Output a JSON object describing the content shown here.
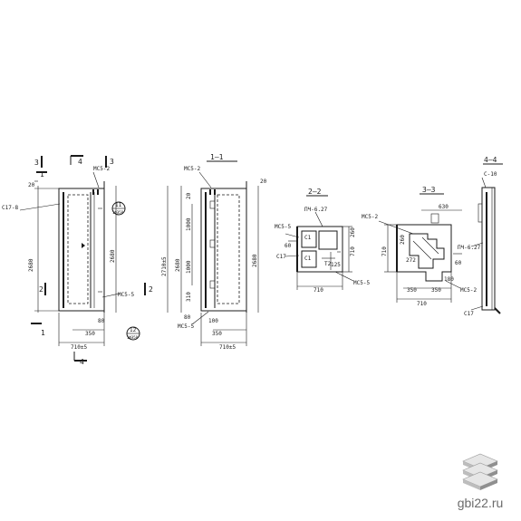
{
  "drawing": {
    "view1": {
      "section_marks": [
        "1",
        "1",
        "2",
        "2",
        "3",
        "3",
        "4",
        "4"
      ],
      "labels": [
        "С17-8",
        "МС5-2",
        "МС5-5"
      ],
      "callouts": [
        {
          "top": "11",
          "bottom": "1ФЭ58"
        },
        {
          "top": "12",
          "bottom": "1ФЭ58"
        }
      ],
      "dims": [
        "2680",
        "2680",
        "710±5",
        "350",
        "80",
        "20"
      ]
    },
    "view2": {
      "title": "1—1",
      "labels": [
        "МС5-2",
        "МС5-5"
      ],
      "dims": [
        "2710±5",
        "2680",
        "1000",
        "1000",
        "2680",
        "710±5",
        "350",
        "80",
        "310",
        "100",
        "20",
        "20"
      ]
    },
    "section22": {
      "title": "2—2",
      "labels": [
        "ПЧ-6.27",
        "МС5-5",
        "С17",
        "МС5-5",
        "С1",
        "С1",
        "Т2"
      ],
      "dims": [
        "710",
        "710",
        "260",
        "125",
        "60"
      ]
    },
    "section33": {
      "title": "3—3",
      "labels": [
        "МС5-2",
        "МС5-2"
      ],
      "dims": [
        "630",
        "710",
        "260",
        "350",
        "350",
        "710",
        "60",
        "272",
        "180"
      ]
    },
    "view4": {
      "title": "4—4",
      "labels": [
        "С-10",
        "ПЧ-6.27",
        "С17"
      ]
    }
  },
  "brand": {
    "text": "gbi22.ru",
    "logo_icon": "stacked-slabs-icon",
    "colors": {
      "slab_light": "#e6e6e6",
      "slab_mid": "#bdbdbd",
      "slab_dark": "#8f8f8f"
    }
  }
}
